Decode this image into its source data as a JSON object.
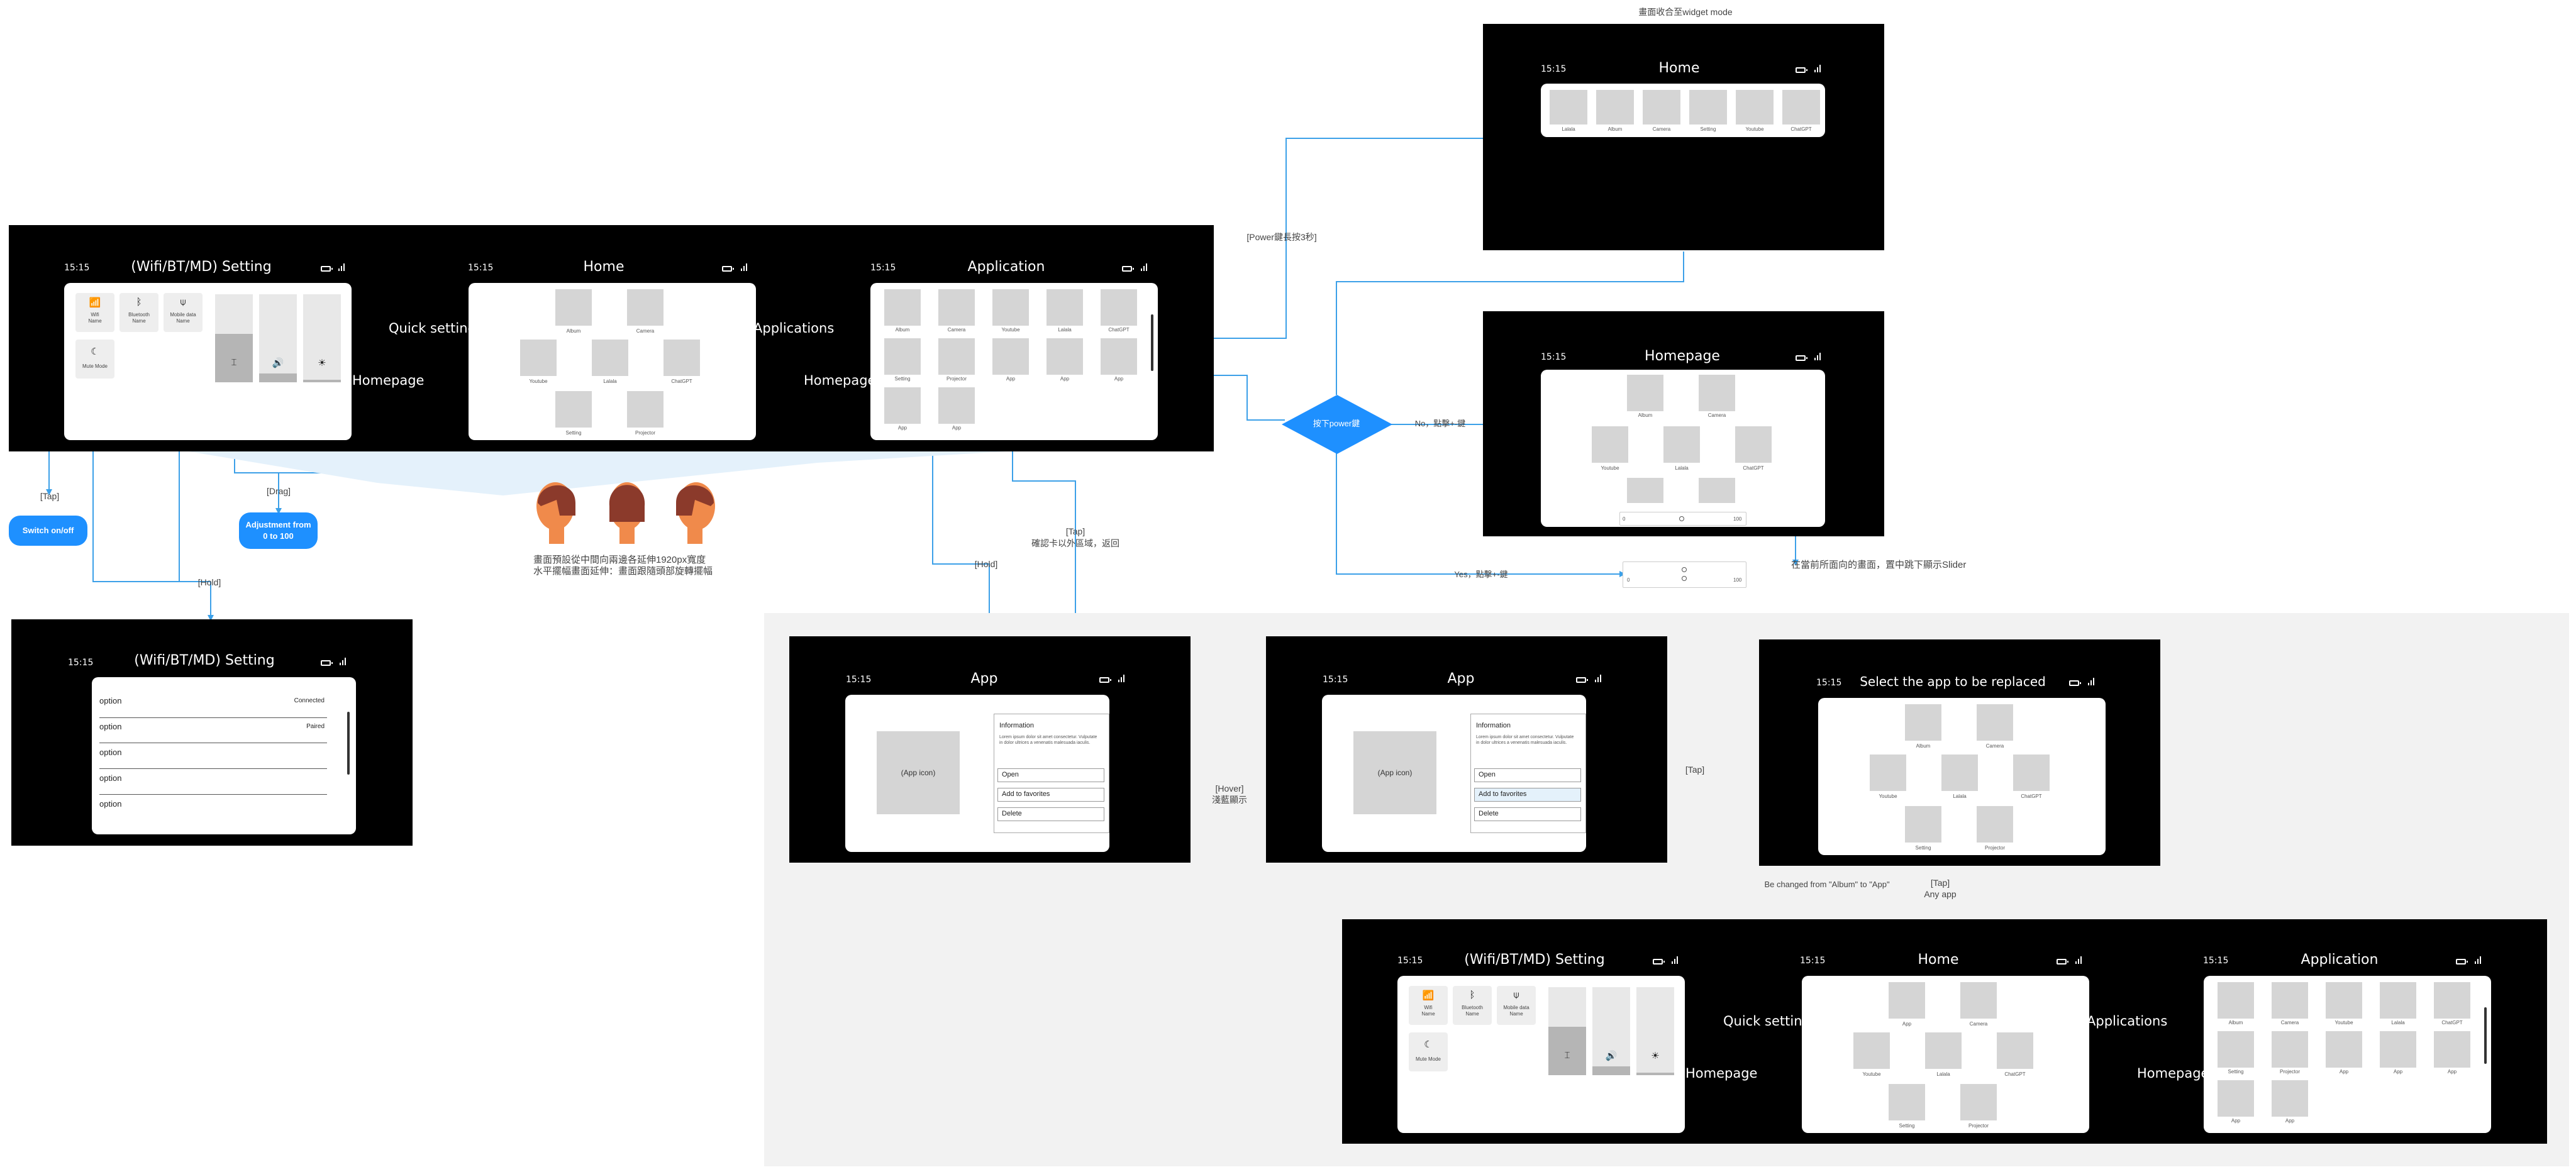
{
  "common": {
    "time": "15:15"
  },
  "screens": {
    "wifi_setting_title": "(Wifi/BT/MD) Setting",
    "home_title": "Home",
    "application_title": "Application",
    "app_title": "App",
    "select_title": "Select the app to be replaced",
    "homepage_title": "Homepage"
  },
  "side_labels": {
    "quick_setting": "Quick setting",
    "applications": "Applications",
    "homepage": "Homepage"
  },
  "quick_settings": {
    "wifi": "Wifi",
    "bluetooth": "Bluetooth",
    "mobile_data": "Mobile data",
    "name": "Name",
    "mute_mode": "Mute Mode"
  },
  "icons": {
    "wifi": "wifi-icon",
    "bluetooth": "bluetooth-icon",
    "mobile_data": "antenna-icon",
    "moon": "moon-icon",
    "brightness": "brightness-icon",
    "volume": "volume-icon",
    "sun": "sun-icon"
  },
  "home_apps": [
    "Album",
    "Camera",
    "Youtube",
    "Lalala",
    "ChatGPT",
    "Setting",
    "Projector"
  ],
  "home_apps_after": [
    "App",
    "Camera",
    "Youtube",
    "Lalala",
    "ChatGPT",
    "Setting",
    "Projector"
  ],
  "application_apps": [
    "Album",
    "Camera",
    "Youtube",
    "Lalala",
    "ChatGPT",
    "Setting",
    "Projector",
    "App",
    "App",
    "App",
    "App",
    "App"
  ],
  "widget_apps": [
    "Lalala",
    "Album",
    "Camera",
    "Setting",
    "Youtube",
    "ChatGPT"
  ],
  "options_list": [
    {
      "label": "option",
      "value": "Connected"
    },
    {
      "label": "option",
      "value": "Paired"
    },
    {
      "label": "option",
      "value": ""
    },
    {
      "label": "option",
      "value": ""
    },
    {
      "label": "option",
      "value": ""
    }
  ],
  "app_info": {
    "app_icon": "(App icon)",
    "info_title": "Information",
    "info_text": "Lorem ipsum dolor sit amet consectetur. Vulputate in dolor ultrices a venenatis malesuada iaculis.",
    "open": "Open",
    "add_to_favorites": "Add to favorites",
    "delete": "Delete"
  },
  "annotations": {
    "tap": "[Tap]",
    "switch_onoff": "Switch on/off",
    "drag": "[Drag]",
    "adjustment": "Adjustment from 0 to 100",
    "hold": "[Hold]",
    "tap_outside": "[Tap]",
    "tap_outside_note": "確認卡以外區域，返回",
    "hold2": "[Hold]",
    "screen_extend_1": "畫面預設從中間向兩邊各延伸1920px寬度",
    "screen_extend_2": "水平擺幅畫面延伸：畫面跟隨頭部旋轉擺幅",
    "power_long": "[Power鍵長按3秒]",
    "widget_mode": "畫面收合至widget mode",
    "diamond": "按下power鍵",
    "no_branch": "No，點擊+-鍵",
    "yes_branch": "Yes，點擊+-鍵",
    "slider_note": "在當前所面向的畫面，置中跳下顯示Slider",
    "slider_min": "0",
    "slider_max": "100",
    "hover": "[Hover]",
    "hover_note": "淺藍顯示",
    "tap3": "[Tap]",
    "tap_any": "[Tap]",
    "any_app": "Any app",
    "changed": "Be changed from \"Album\" to \"App\""
  },
  "colors": {
    "accent": "#1e90ff",
    "line": "#3ca0e8",
    "frame": "#000000",
    "panel": "#f2f2f2"
  }
}
